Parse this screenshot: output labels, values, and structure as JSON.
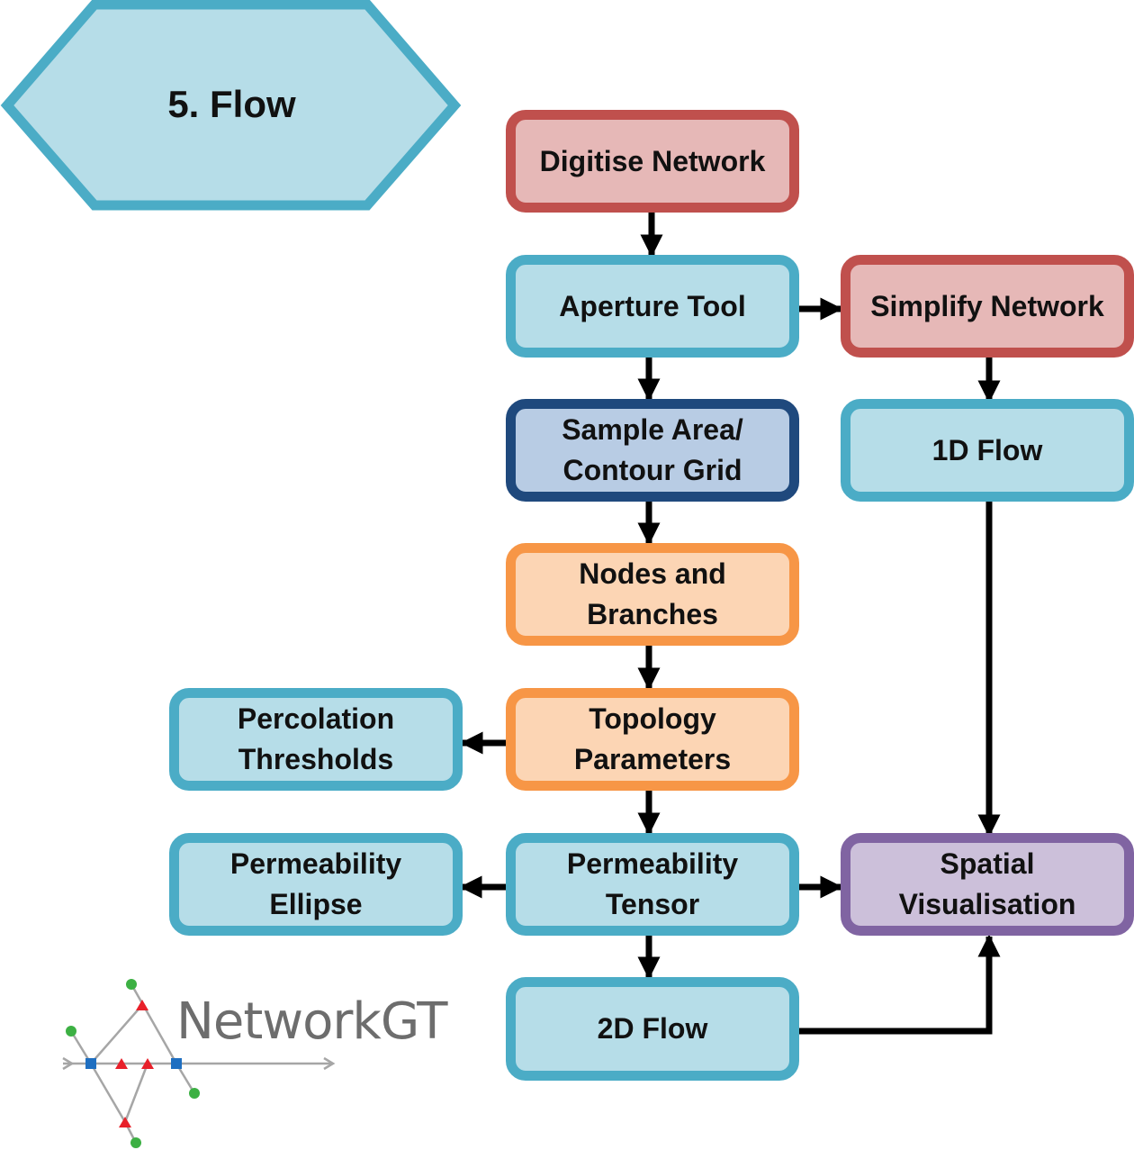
{
  "title": "5. Flow",
  "colors": {
    "blue_fill": "#b6dde8",
    "blue_border": "#4bacc6",
    "red_fill": "#e6b8b7",
    "red_border": "#c0504d",
    "navy_fill": "#b8cce4",
    "navy_border": "#1f497d",
    "orange_fill": "#fcd5b4",
    "orange_border": "#f79646",
    "purple_fill": "#ccc0da",
    "purple_border": "#8064a2",
    "arrow": "#000000"
  },
  "nodes": {
    "digitise_network": "Digitise Network",
    "aperture_tool": "Aperture Tool",
    "simplify_network": "Simplify Network",
    "sample_area": "Sample Area/\nContour Grid",
    "flow_1d": "1D Flow",
    "nodes_branches": "Nodes and\nBranches",
    "percolation_thresholds": "Percolation\nThresholds",
    "topology_parameters": "Topology\nParameters",
    "permeability_ellipse": "Permeability\nEllipse",
    "permeability_tensor": "Permeability\nTensor",
    "spatial_visualisation": "Spatial\nVisualisation",
    "flow_2d": "2D Flow"
  },
  "logo": {
    "text": "NetworkGT"
  }
}
